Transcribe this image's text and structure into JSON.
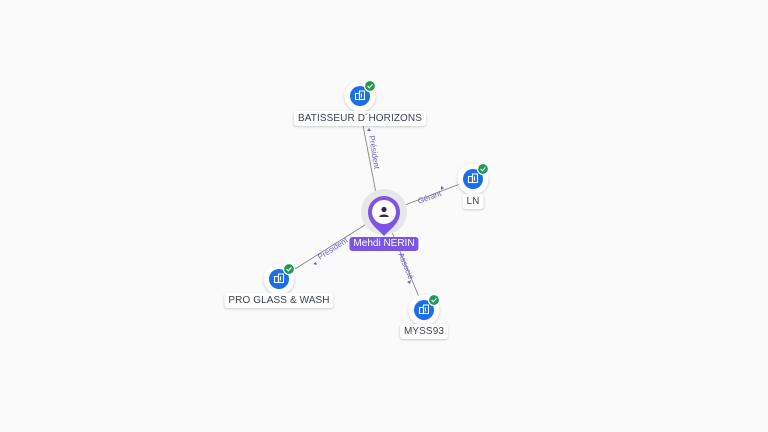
{
  "colors": {
    "accent": "#7b55e6",
    "company_icon": "#1a6ee8",
    "check": "#1f9a52",
    "edge": "#7a7a7a",
    "edge_label": "#6b63c8"
  },
  "center": {
    "label": "Mehdi NERIN",
    "icon": "person-icon"
  },
  "companies": [
    {
      "id": "batisseur",
      "label": "BATISSEUR D´HORIZONS",
      "icon": "building-icon",
      "status_icon": "check-badge-icon"
    },
    {
      "id": "ln",
      "label": "LN",
      "icon": "building-icon",
      "status_icon": "check-badge-icon"
    },
    {
      "id": "proglass",
      "label": "PRO GLASS & WASH",
      "icon": "building-icon",
      "status_icon": "check-badge-icon"
    },
    {
      "id": "myss",
      "label": "MYSS93",
      "icon": "building-icon",
      "status_icon": "check-badge-icon"
    }
  ],
  "edges": [
    {
      "to": "batisseur",
      "label": "Président"
    },
    {
      "to": "ln",
      "label": "Gérant"
    },
    {
      "to": "proglass",
      "label": "Président"
    },
    {
      "to": "myss",
      "label": "Associé"
    }
  ]
}
